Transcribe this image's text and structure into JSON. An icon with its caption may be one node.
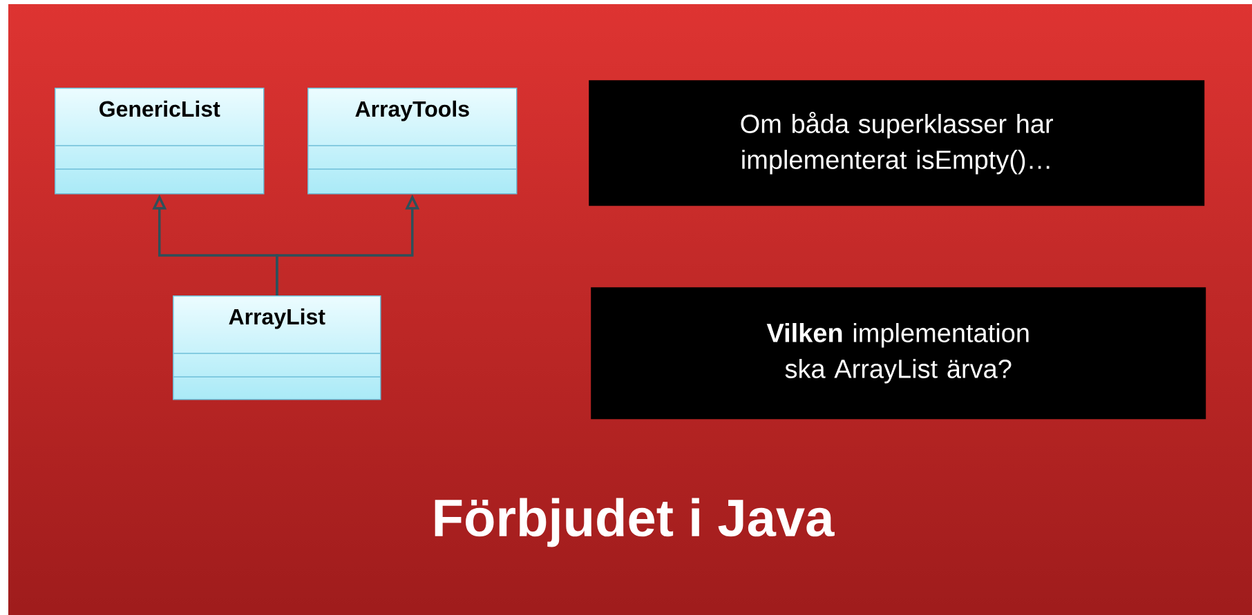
{
  "diagram": {
    "title": "Förbjudet i Java",
    "nodes": [
      {
        "text": [
          "GenericList"
        ]
      },
      {
        "text": [
          "ArrayTools"
        ]
      },
      {
        "text": [
          "ArrayList"
        ]
      },
      {
        "text": [
          "Om båda superklasser har implementerat isEmpty()…"
        ]
      },
      {
        "text": [
          "**Vilken** implementation ska ArrayList ärva?"
        ]
      }
    ],
    "edges": [
      {
        "from": 2,
        "to": 0,
        "arrow": "to"
      },
      {
        "from": 2,
        "to": 1,
        "arrow": "to"
      }
    ]
  }
}
